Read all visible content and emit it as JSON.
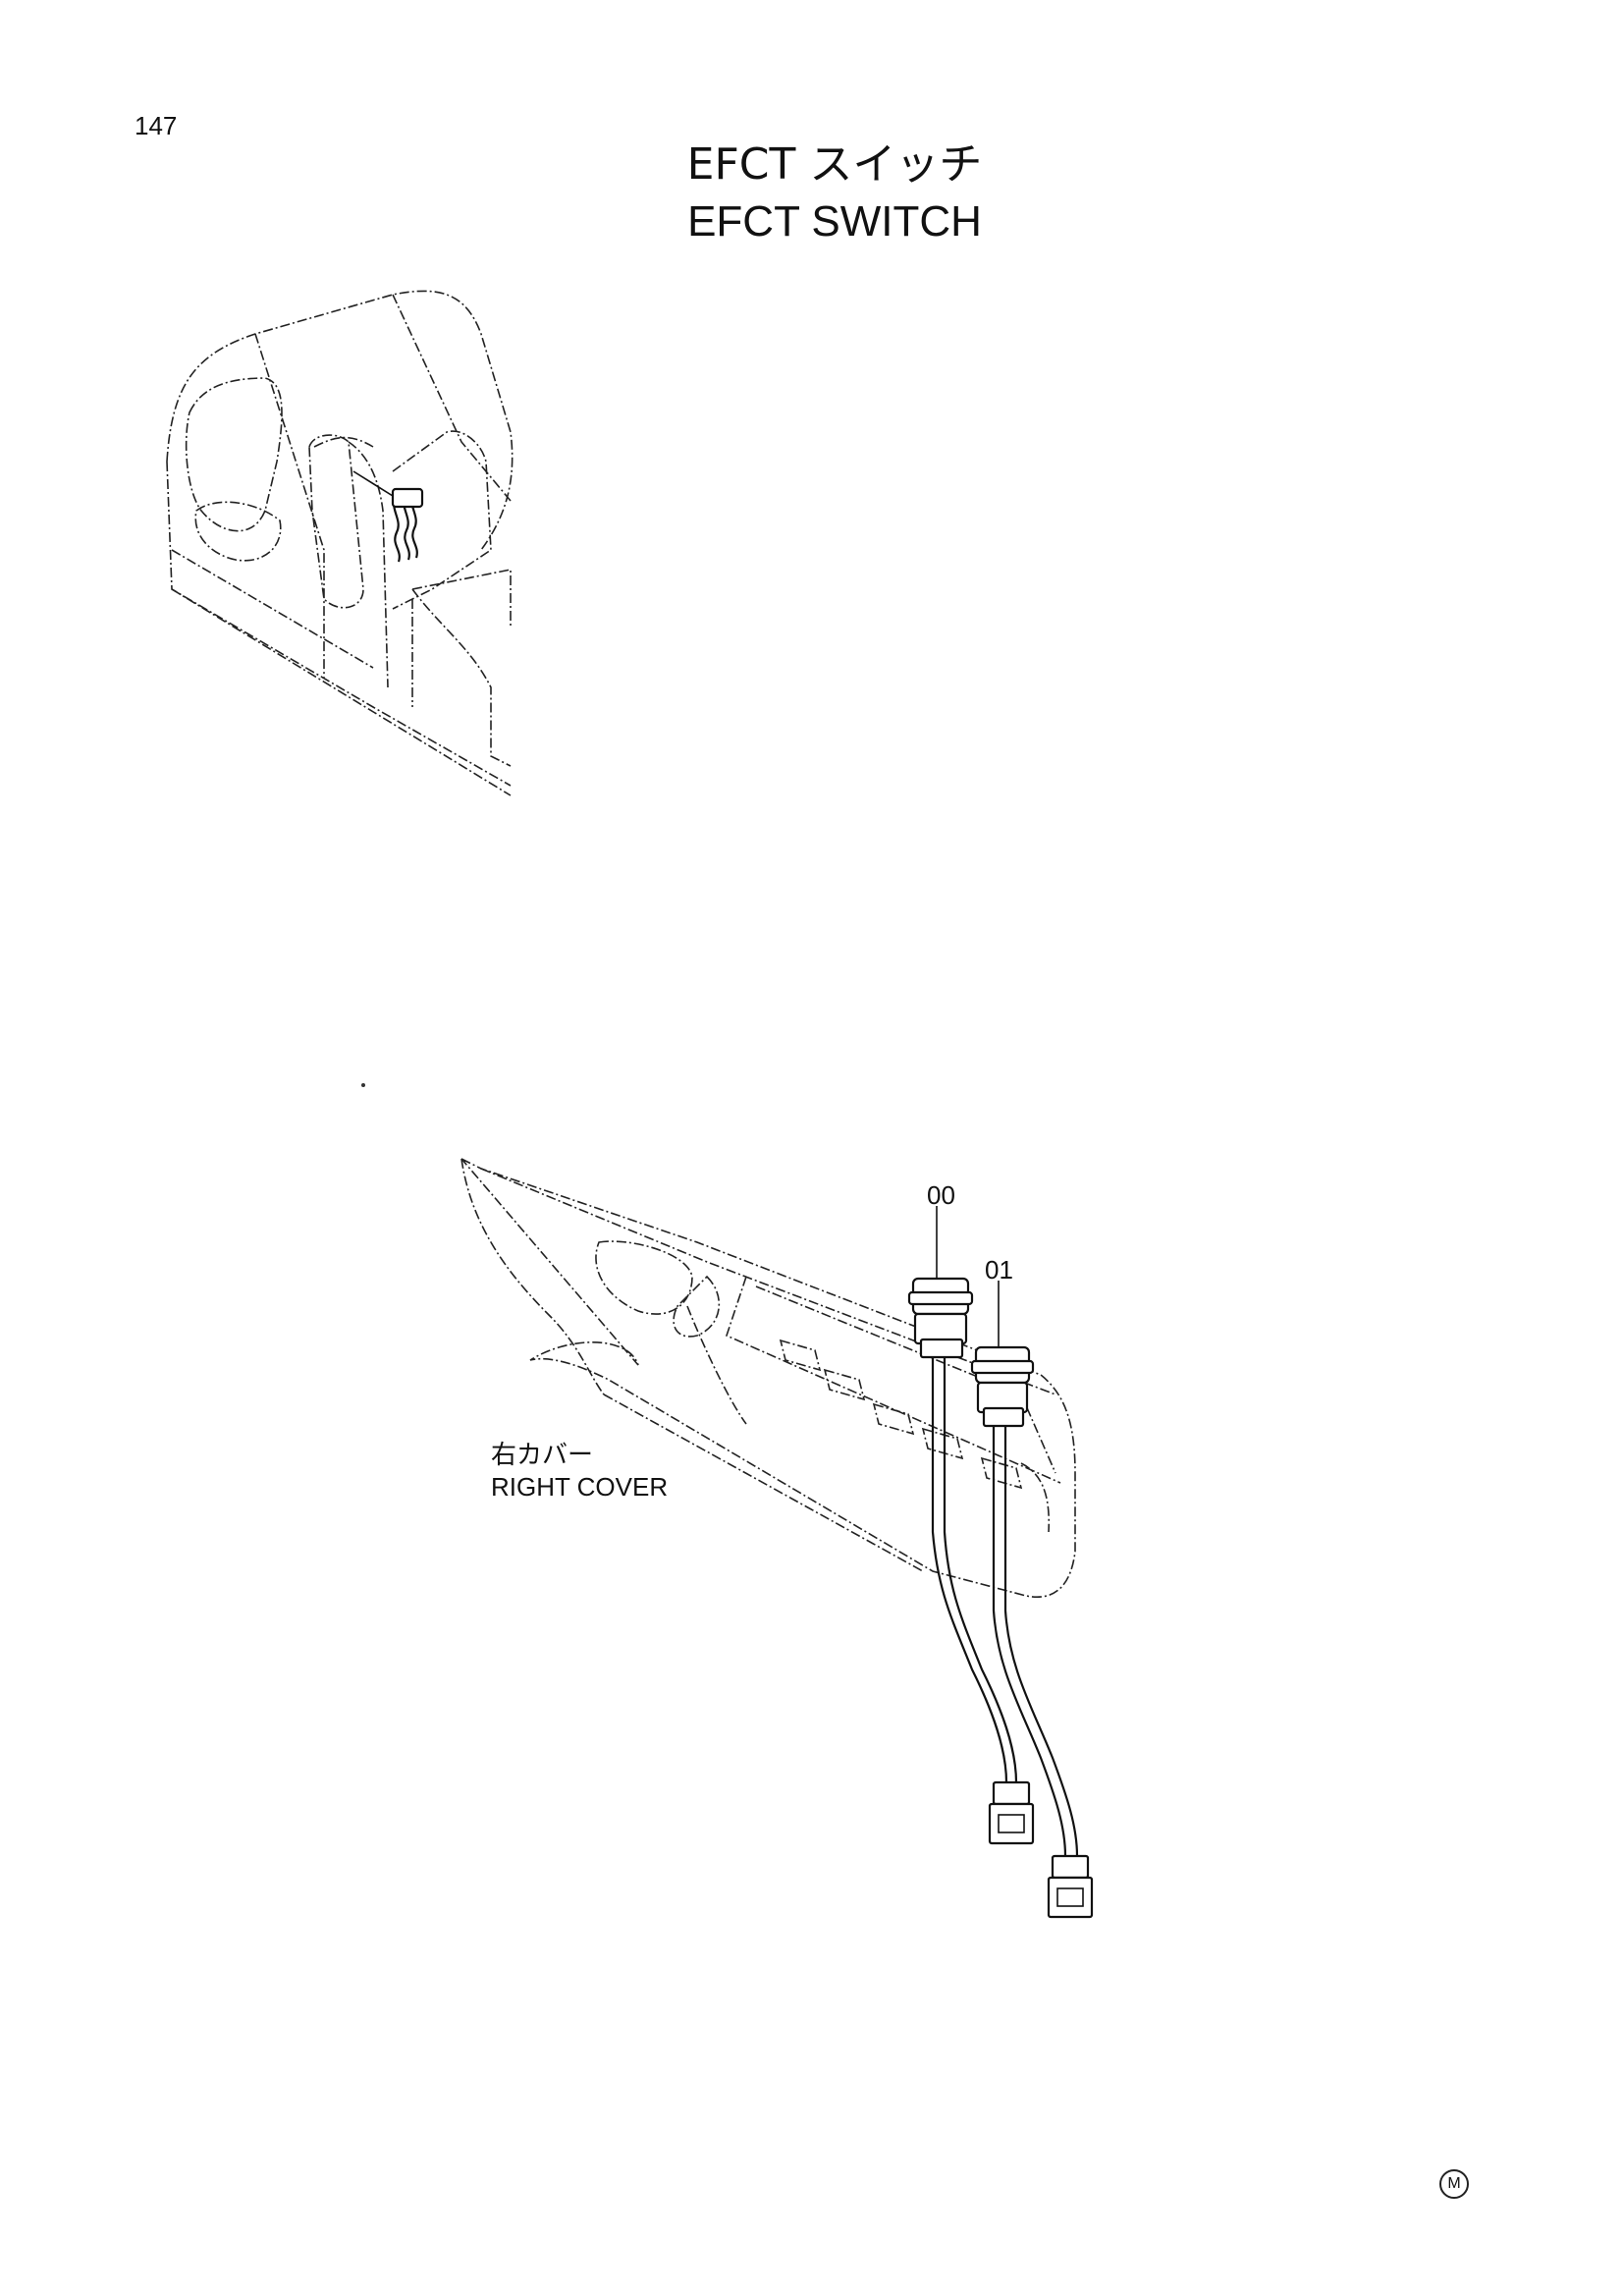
{
  "page_number": "147",
  "title_jp": "EFCT スイッチ",
  "title_en": "EFCT SWITCH",
  "callouts": [
    "00",
    "01"
  ],
  "cover_label_jp": "右カバー",
  "cover_label_en": "RIGHT COVER",
  "mark": "M"
}
